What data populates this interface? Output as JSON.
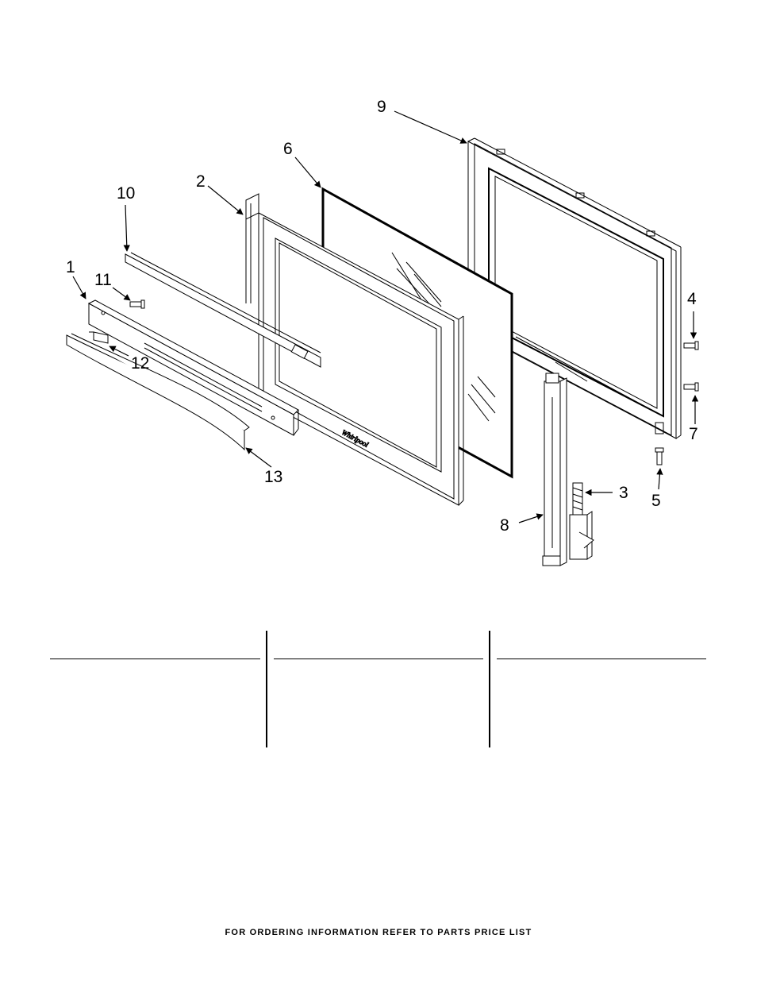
{
  "callouts": {
    "c1": "1",
    "c2": "2",
    "c3": "3",
    "c4": "4",
    "c5": "5",
    "c6": "6",
    "c7": "7",
    "c8": "8",
    "c9": "9",
    "c10": "10",
    "c11": "11",
    "c12": "12",
    "c13": "13"
  },
  "footer": "FOR ORDERING INFORMATION REFER TO PARTS PRICE LIST"
}
